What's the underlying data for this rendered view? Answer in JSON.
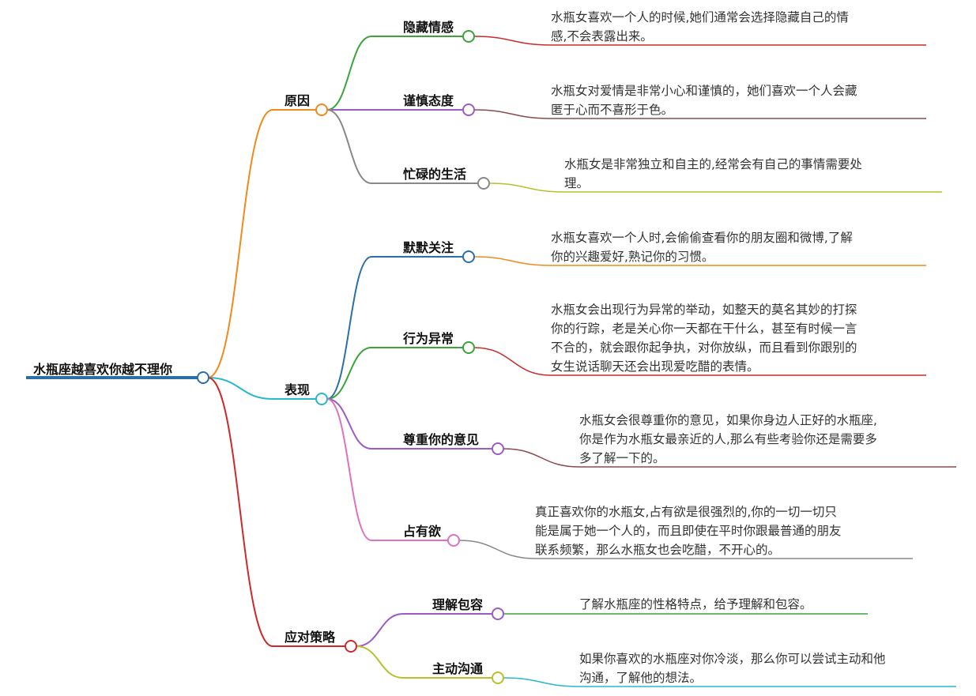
{
  "root": {
    "label": "水瓶座越喜欢你越不理你",
    "color": "#2a6fa8"
  },
  "branches": [
    {
      "label": "原因",
      "color": "#f08a1d",
      "children": [
        {
          "label": "隐藏情感",
          "color": "#3aa33a",
          "desc_color": "#cc2a2a",
          "desc": [
            "水瓶女喜欢一个人的时候,她们通常会选择隐藏自己的情",
            "感,不会表露出来。"
          ]
        },
        {
          "label": "谨慎态度",
          "color": "#9a5cc6",
          "desc_color": "#8b4a4a",
          "desc": [
            "水瓶女对爱情是非常小心和谨慎的，她们喜欢一个人会藏",
            "匿于心而不喜形于色。"
          ]
        },
        {
          "label": "忙碌的生活",
          "color": "#888888",
          "desc_color": "#b5c22a",
          "desc": [
            "水瓶女是非常独立和自主的,经常会有自己的事情需要处",
            "理。"
          ]
        }
      ]
    },
    {
      "label": "表现",
      "color": "#27b8cc",
      "children": [
        {
          "label": "默默关注",
          "color": "#2a6fa8",
          "desc_color": "#f08a1d",
          "desc": [
            "水瓶女喜欢一个人时,会偷偷查看你的朋友圈和微博,了解",
            "你的兴趣爱好,熟记你的习惯。"
          ]
        },
        {
          "label": "行为异常",
          "color": "#3aa33a",
          "desc_color": "#cc2a2a",
          "desc": [
            "水瓶女会出现行为异常的举动，如整天的莫名其妙的打探",
            "你的行踪，老是关心你一天都在干什么，甚至有时候一言",
            "不合的，就会跟你起争执，对你放纵，而且看到你跟别的",
            "女生说话聊天还会出现爱吃醋的表情。"
          ]
        },
        {
          "label": "尊重你的意见",
          "color": "#9a5cc6",
          "desc_color": "#8b4a4a",
          "desc": [
            "水瓶女会很尊重你的意见，如果你身边人正好的水瓶座,",
            "你是作为水瓶女最亲近的人,那么有些考验你还是需要多",
            "多了解一下的。"
          ]
        },
        {
          "label": "占有欲",
          "color": "#e070c0",
          "desc_color": "#888888",
          "desc": [
            "真正喜欢你的水瓶女,占有欲是很强烈的,你的一切一切只",
            "能是属于她一个人的，而且即使在平时你跟最普通的朋友",
            "联系频繁，那么水瓶女也会吃醋，不开心的。"
          ]
        }
      ]
    },
    {
      "label": "应对策略",
      "color": "#cc2a2a",
      "children": [
        {
          "label": "理解包容",
          "color": "#9a5cc6",
          "desc_color": "#3aa33a",
          "desc": [
            "了解水瓶座的性格特点，给予理解和包容。"
          ]
        },
        {
          "label": "主动沟通",
          "color": "#b5c22a",
          "desc_color": "#27b8cc",
          "desc": [
            "如果你喜欢的水瓶座对你冷淡，那么你可以尝试主动和他",
            "沟通，了解他的想法。"
          ]
        }
      ]
    }
  ]
}
